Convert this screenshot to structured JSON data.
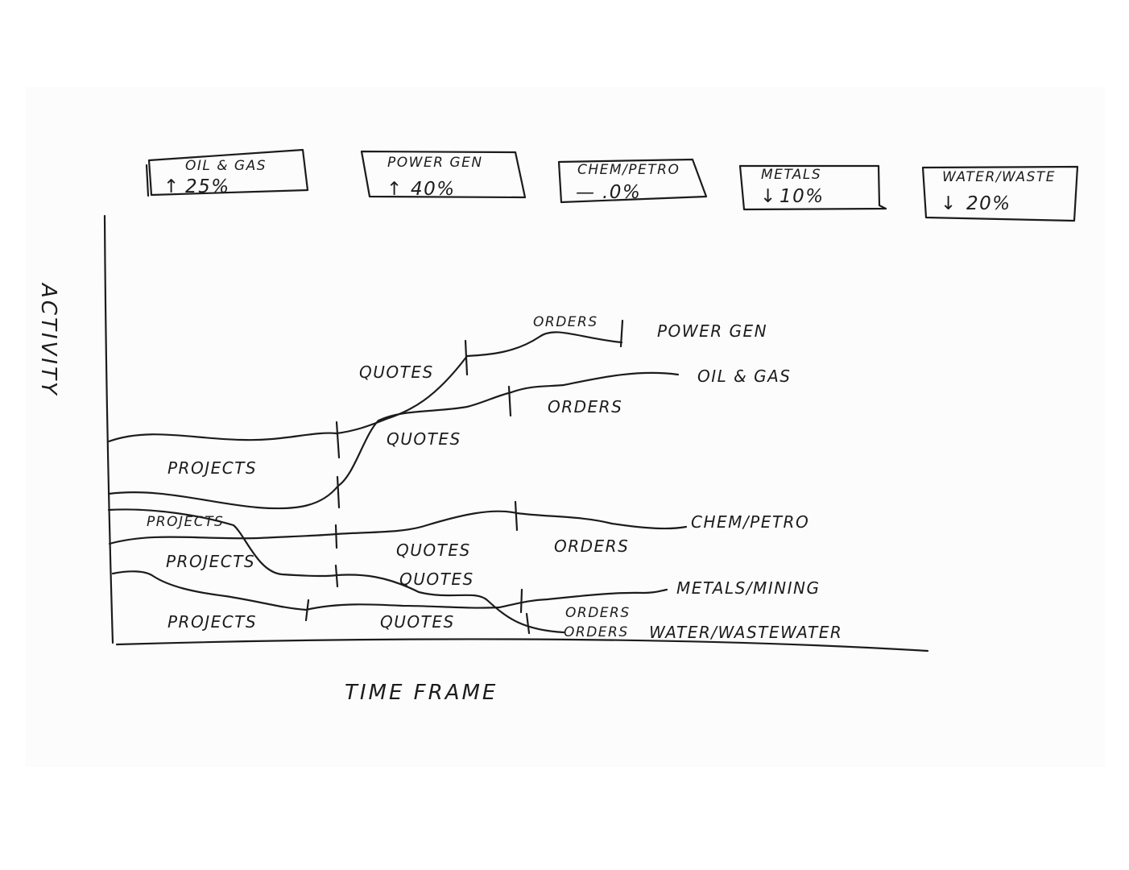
{
  "cards": [
    {
      "segment": "OIL & GAS",
      "arrow": "↑",
      "change": "25%"
    },
    {
      "segment": "POWER GEN",
      "arrow": "↑",
      "change": "40%"
    },
    {
      "segment": "CHEM/PETRO",
      "arrow": "—",
      "change": ".0%"
    },
    {
      "segment": "METALS",
      "arrow": "↓",
      "change": "10%"
    },
    {
      "segment": "WATER/WASTE",
      "arrow": "↓",
      "change": "20%"
    }
  ],
  "axes": {
    "y_label": "ACTIVITY",
    "x_label": "TIME FRAME"
  },
  "series_labels": {
    "power_gen": "POWER GEN",
    "oil_gas": "OIL & GAS",
    "chem_petro": "CHEM/PETRO",
    "metals_mining": "METALS/MINING",
    "water": "WATER/WASTEWATER"
  },
  "stage_labels": {
    "power_projects": "PROJECTS",
    "power_quotes": "QUOTES",
    "power_orders": "ORDERS",
    "oil_quotes": "QUOTES",
    "oil_orders": "ORDERS",
    "chem_projects": "PROJECTS",
    "chem_quotes": "QUOTES",
    "chem_orders": "ORDERS",
    "metals_projects": "PROJECTS",
    "metals_quotes": "QUOTES",
    "metals_orders": "ORDERS",
    "water_projects": "PROJECTS",
    "water_quotes": "QUOTES",
    "water_orders": "ORDERS"
  }
}
